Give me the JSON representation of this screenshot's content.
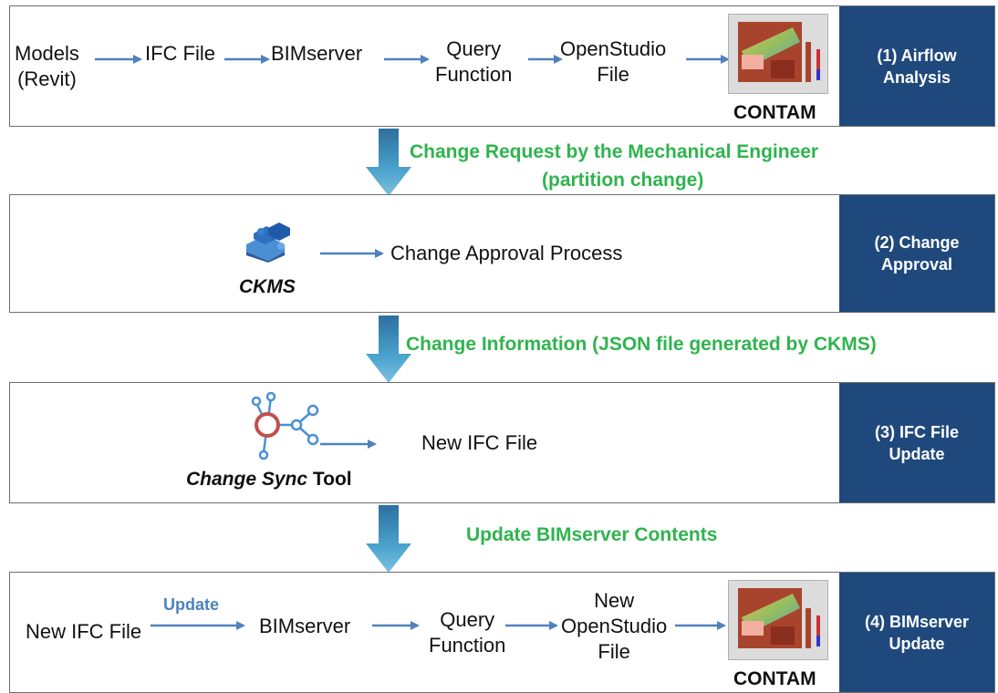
{
  "colors": {
    "panel_label_bg": "#1f497d",
    "flow_arrow": "#4f81bd",
    "transition_text": "#2fb44e",
    "big_arrow": "#3d93c0"
  },
  "panel1": {
    "nodes": [
      "Models\n(Revit)",
      "IFC File",
      "BIMserver",
      "Query\nFunction",
      "OpenStudio\nFile"
    ],
    "image_caption": "CONTAM",
    "label": "(1) Airflow\nAnalysis"
  },
  "transition1": {
    "text_line1": "Change Request by the Mechanical Engineer",
    "text_line2": "(partition change)"
  },
  "panel2": {
    "icon": "puzzle-icon",
    "icon_caption": "CKMS",
    "process": "Change Approval Process",
    "label": "(2) Change\nApproval"
  },
  "transition2": {
    "text": "Change  Information (JSON file generated by CKMS)"
  },
  "panel3": {
    "icon": "network-node-icon",
    "caption_italic": "Change Sync",
    "caption_rest": " Tool",
    "output": "New IFC File",
    "label": "(3) IFC File\nUpdate"
  },
  "transition3": {
    "text": "Update BIMserver Contents"
  },
  "panel4": {
    "nodes": [
      "New IFC File",
      "BIMserver",
      "Query\nFunction",
      "New\nOpenStudio\nFile"
    ],
    "arrow_label": "Update",
    "image_caption": "CONTAM",
    "label": "(4) BIMserver\nUpdate"
  }
}
